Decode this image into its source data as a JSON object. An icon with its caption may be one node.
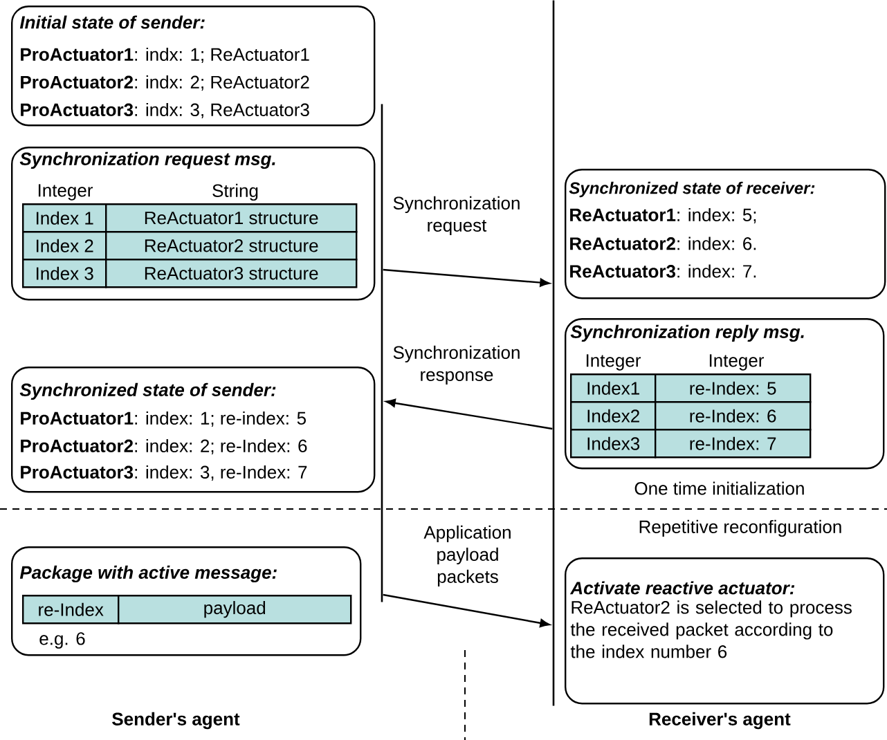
{
  "diagram": {
    "nodes": [
      {
        "text": [
          "Initial state of sender:",
          "**ProActuator1**: indx: 1; ReActuator1",
          "**ProActuator2**: indx: 2; ReActuator2",
          "**ProActuator3**: indx: 3, ReActuator3"
        ]
      },
      {
        "text": [
          "Synchronization request msg.",
          "Integer",
          "String"
        ]
      },
      {
        "text": [
          "Index 1"
        ],
        "in": 1
      },
      {
        "text": [
          "ReActuator1 structure"
        ],
        "in": 1
      },
      {
        "text": [
          "Index 2"
        ],
        "in": 1
      },
      {
        "text": [
          "ReActuator2 structure"
        ],
        "in": 1
      },
      {
        "text": [
          "Index 3"
        ],
        "in": 1
      },
      {
        "text": [
          "ReActuator3 structure"
        ],
        "in": 1
      },
      {
        "text": [
          "Synchronized state of sender:",
          "**ProActuator1**: index: 1; re-index: 5",
          "**ProActuator2**: index: 2; re-Index: 6",
          "**ProActuator3**: index: 3, re-Index: 7"
        ]
      },
      {
        "text": [
          "Package with active message:",
          "e.g. 6"
        ]
      },
      {
        "text": [
          "re-Index"
        ],
        "in": 9
      },
      {
        "text": [
          "payload"
        ],
        "in": 9
      },
      {
        "text": [
          "Synchronized state of receiver:",
          "**ReActuator1**: index: 5;",
          "**ReActuator2**: index: 6.",
          "**ReActuator3**: index: 7."
        ]
      },
      {
        "text": [
          "Synchronization reply msg.",
          "Integer",
          "Integer"
        ]
      },
      {
        "text": [
          "Index1"
        ],
        "in": 13
      },
      {
        "text": [
          "re-Index: 5"
        ],
        "in": 13
      },
      {
        "text": [
          "Index2"
        ],
        "in": 13
      },
      {
        "text": [
          "re-Index: 6"
        ],
        "in": 13
      },
      {
        "text": [
          "Index3"
        ],
        "in": 13
      },
      {
        "text": [
          "re-Index: 7"
        ],
        "in": 13
      },
      {
        "text": [
          "Activate reactive actuator:",
          "ReActuator2 is selected to process the received packet according to the index number 6"
        ]
      },
      {
        "text": [],
        "shape": "bar"
      },
      {
        "text": [],
        "shape": "bar"
      }
    ],
    "edges": [
      {
        "from": 21,
        "to": 22,
        "arrow": "to",
        "label": "Synchronization request"
      },
      {
        "from": 22,
        "to": 21,
        "arrow": "to",
        "label": "Synchronization response"
      },
      {
        "from": 21,
        "to": 22,
        "arrow": "to",
        "label": "Application payload packets"
      }
    ],
    "labels": [
      "One time initialization",
      "Repetitive reconfiguration",
      "Sender's agent",
      "Receiver's agent"
    ]
  }
}
